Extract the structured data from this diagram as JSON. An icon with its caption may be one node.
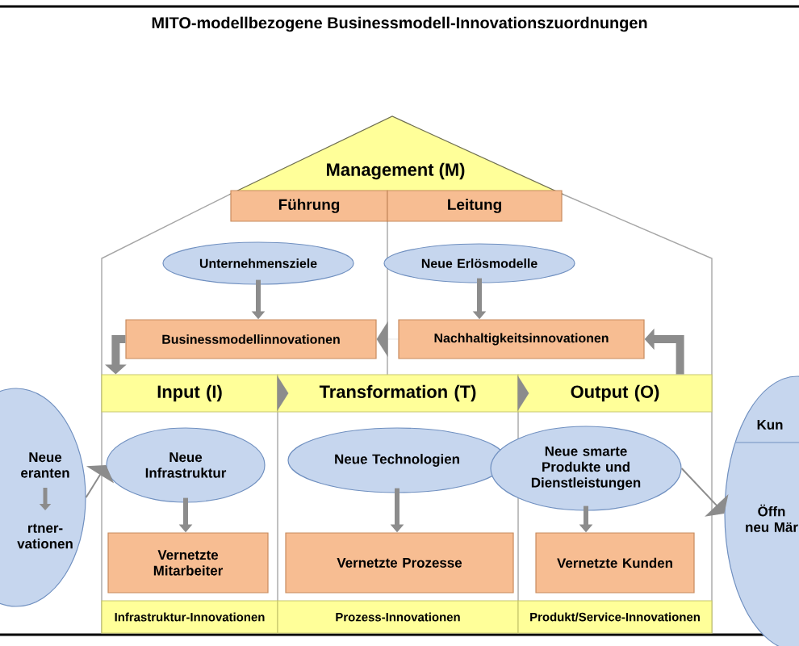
{
  "diagram": {
    "title": "MITO-modellbezogene Businessmodell-Innovationszuordnungen",
    "nodes": [
      {
        "text": [
          "Management (M)"
        ]
      },
      {
        "text": [
          "Führung"
        ]
      },
      {
        "text": [
          "Leitung"
        ]
      },
      {
        "text": [
          "Unternehmensziele"
        ]
      },
      {
        "text": [
          "Businessmodellinnovationen"
        ]
      },
      {
        "text": [
          "Neue Erlösmodelle"
        ]
      },
      {
        "text": [
          "Nachhaltigkeitsinnovationen"
        ]
      },
      {
        "text": [
          "Input (I)"
        ]
      },
      {
        "text": [
          "Transformation (T)"
        ]
      },
      {
        "text": [
          "Output (O)"
        ]
      },
      {
        "text": [
          "Neue Infrastruktur"
        ]
      },
      {
        "text": [
          "Vernetzte Mitarbeiter"
        ]
      },
      {
        "text": [
          "Neue Technologien"
        ]
      },
      {
        "text": [
          "Vernetzte Prozesse"
        ]
      },
      {
        "text": [
          "Neue smarte Produkte und Dienstleistungen"
        ]
      },
      {
        "text": [
          "Vernetzte Kunden"
        ]
      },
      {
        "text": [
          "Infrastruktur-Innovationen"
        ]
      },
      {
        "text": [
          "Prozess-Innovationen"
        ]
      },
      {
        "text": [
          "Produkt/Service-Innovationen"
        ]
      },
      {
        "text": [
          "Neue eranten",
          "rtner- vationen"
        ]
      },
      {
        "text": [
          "Kun",
          "Öffn neu Mär"
        ]
      }
    ],
    "edges": [
      {
        "from": 3,
        "to": 4,
        "arrow": "to"
      },
      {
        "from": 5,
        "to": 6,
        "arrow": "to"
      },
      {
        "from": 10,
        "to": 11,
        "arrow": "to"
      },
      {
        "from": 12,
        "to": 13,
        "arrow": "to"
      },
      {
        "from": 14,
        "to": 15,
        "arrow": "to"
      },
      {
        "from": 7,
        "to": 8,
        "arrow": "to"
      },
      {
        "from": 8,
        "to": 9,
        "arrow": "to"
      },
      {
        "from": 19,
        "to": 10,
        "arrow": "to"
      },
      {
        "from": 14,
        "to": 20,
        "arrow": "to"
      },
      {
        "from": 6,
        "to": 4,
        "arrow": "to"
      },
      {
        "from": 4,
        "to": 7,
        "arrow": "to"
      },
      {
        "from": 9,
        "to": 6,
        "arrow": "to"
      }
    ]
  }
}
